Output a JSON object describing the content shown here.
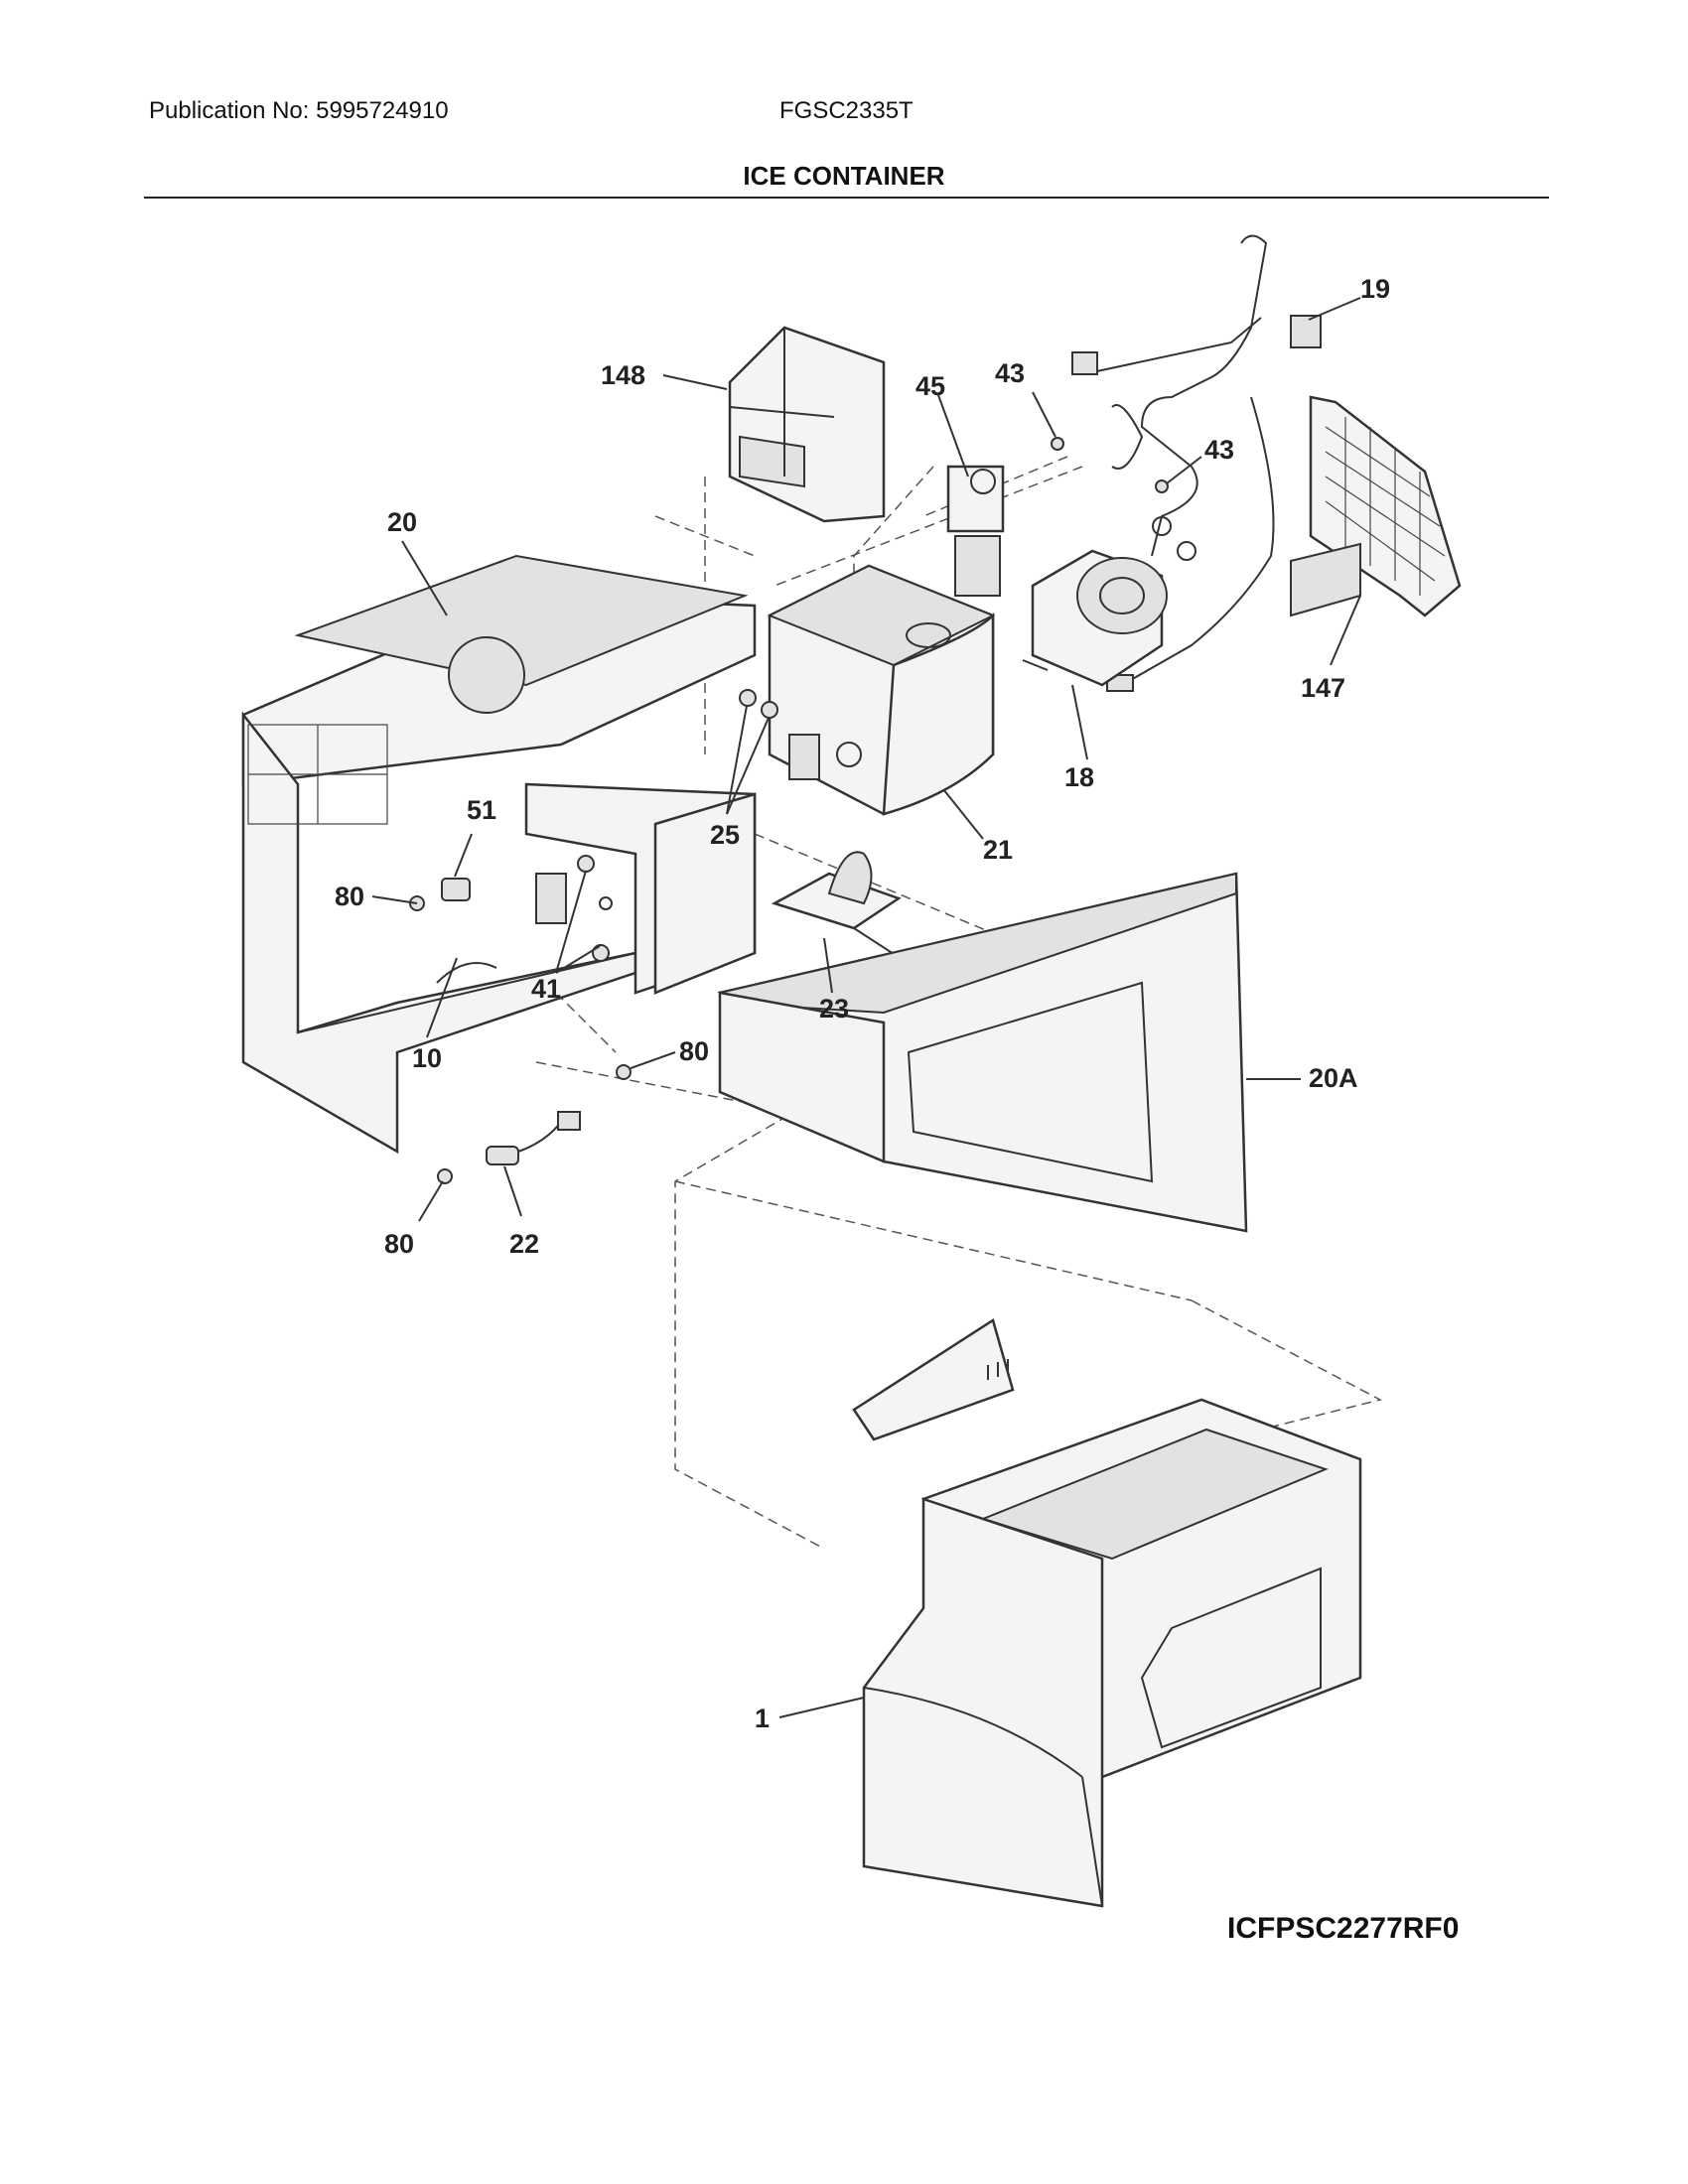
{
  "header": {
    "publication": "Publication No: 5995724910",
    "model": "FGSC2335T",
    "title": "ICE CONTAINER"
  },
  "diagram": {
    "code": "ICFPSC2277RF0",
    "callouts": {
      "c148": "148",
      "c45": "45",
      "c43a": "43",
      "c43b": "43",
      "c19": "19",
      "c20": "20",
      "c147": "147",
      "c18": "18",
      "c25": "25",
      "c21": "21",
      "c51": "51",
      "c80a": "80",
      "c41": "41",
      "c23": "23",
      "c10": "10",
      "c80b": "80",
      "c20A": "20A",
      "c80c": "80",
      "c22": "22",
      "c1": "1"
    }
  }
}
